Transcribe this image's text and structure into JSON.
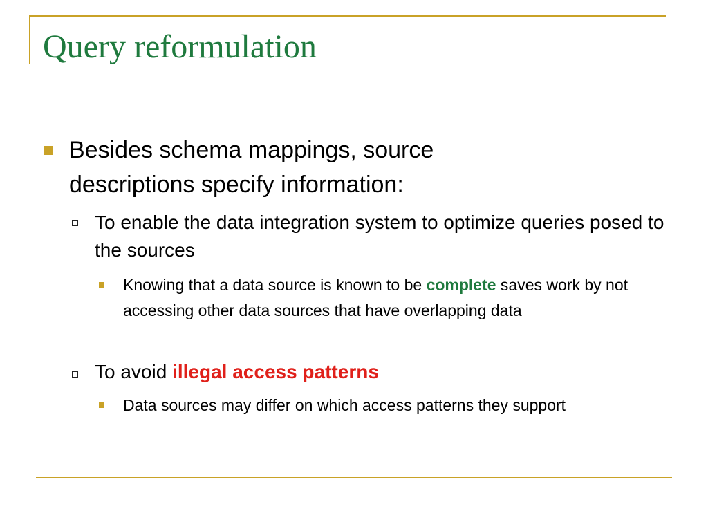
{
  "slide": {
    "title": "Query reformulation",
    "bullet1": "Besides schema mappings, source descriptions specify information:",
    "sub1": {
      "text": "To enable the data integration system to optimize queries posed to the sources",
      "detail_prefix": "Knowing that a data source is known to be ",
      "detail_highlight": "complete",
      "detail_suffix": " saves work by not accessing other data sources that have overlapping data"
    },
    "sub2": {
      "prefix": "To avoid ",
      "highlight": "illegal access patterns",
      "detail": "Data sources may differ on which access patterns they support"
    }
  },
  "colors": {
    "title": "#1f7a3e",
    "accent_gold": "#c9a227",
    "highlight_green": "#1f7a3e",
    "highlight_red": "#e0201a"
  }
}
